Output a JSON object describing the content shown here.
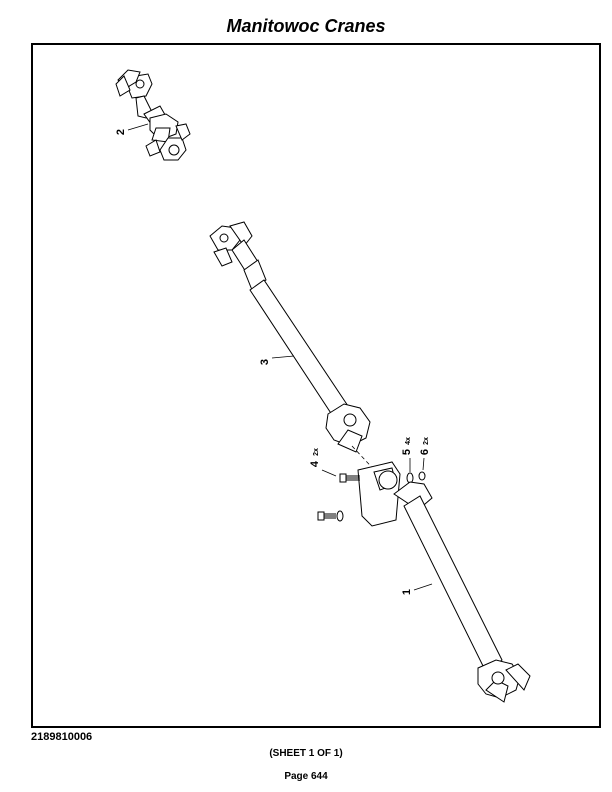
{
  "header": {
    "title": "Manitowoc Cranes"
  },
  "drawing": {
    "callouts": [
      {
        "number": "1",
        "qty": ""
      },
      {
        "number": "2",
        "qty": ""
      },
      {
        "number": "3",
        "qty": ""
      },
      {
        "number": "4",
        "qty": "2x"
      },
      {
        "number": "5",
        "qty": "4x"
      },
      {
        "number": "6",
        "qty": "2x"
      }
    ]
  },
  "footer": {
    "doc_number": "2189810006",
    "sheet": "(SHEET 1 OF 1)",
    "page": "Page 644"
  }
}
